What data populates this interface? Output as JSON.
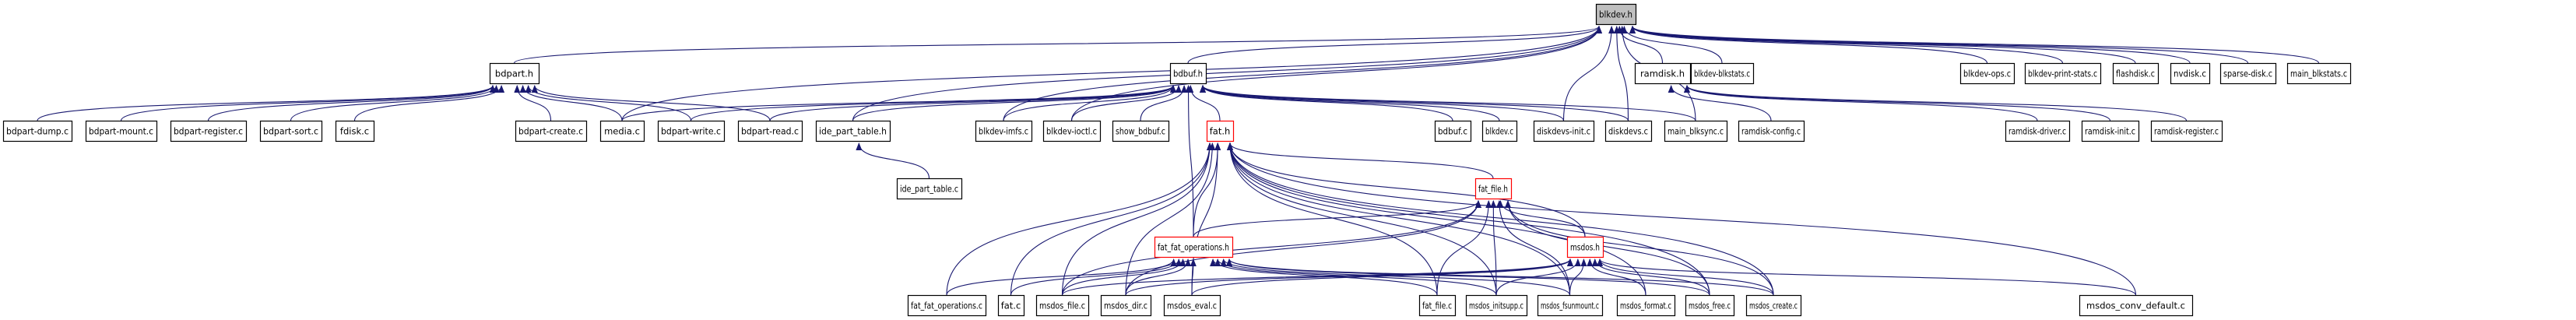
{
  "title": "blkdev.h include dependency graph",
  "colors": {
    "edge": "#191970",
    "node_border": "#000000",
    "node_fill": "#ffffff",
    "focus_fill": "#bfbfbf",
    "truncated_border": "#ff0000",
    "background": "#ffffff"
  },
  "nodes": [
    {
      "id": "blkdev_h",
      "label": "blkdev.h",
      "kind": "focus"
    },
    {
      "id": "bdpart_h",
      "label": "bdpart.h",
      "kind": "normal"
    },
    {
      "id": "bdbuf_h",
      "label": "bdbuf.h",
      "kind": "normal"
    },
    {
      "id": "ramdisk_h",
      "label": "ramdisk.h",
      "kind": "normal"
    },
    {
      "id": "blkdev_blkstats_c",
      "label": "blkdev-blkstats.c",
      "kind": "normal"
    },
    {
      "id": "blkdev_ops_c",
      "label": "blkdev-ops.c",
      "kind": "normal"
    },
    {
      "id": "blkdev_print_stats_c",
      "label": "blkdev-print-stats.c",
      "kind": "normal"
    },
    {
      "id": "flashdisk_c",
      "label": "flashdisk.c",
      "kind": "normal"
    },
    {
      "id": "nvdisk_c",
      "label": "nvdisk.c",
      "kind": "normal"
    },
    {
      "id": "sparse_disk_c",
      "label": "sparse-disk.c",
      "kind": "normal"
    },
    {
      "id": "main_blkstats_c",
      "label": "main_blkstats.c",
      "kind": "normal"
    },
    {
      "id": "bdpart_dump_c",
      "label": "bdpart-dump.c",
      "kind": "normal"
    },
    {
      "id": "bdpart_mount_c",
      "label": "bdpart-mount.c",
      "kind": "normal"
    },
    {
      "id": "bdpart_register_c",
      "label": "bdpart-register.c",
      "kind": "normal"
    },
    {
      "id": "bdpart_sort_c",
      "label": "bdpart-sort.c",
      "kind": "normal"
    },
    {
      "id": "fdisk_c",
      "label": "fdisk.c",
      "kind": "normal"
    },
    {
      "id": "bdpart_create_c",
      "label": "bdpart-create.c",
      "kind": "normal"
    },
    {
      "id": "media_c",
      "label": "media.c",
      "kind": "normal"
    },
    {
      "id": "bdpart_write_c",
      "label": "bdpart-write.c",
      "kind": "normal"
    },
    {
      "id": "bdpart_read_c",
      "label": "bdpart-read.c",
      "kind": "normal"
    },
    {
      "id": "ide_part_table_h",
      "label": "ide_part_table.h",
      "kind": "normal"
    },
    {
      "id": "blkdev_imfs_c",
      "label": "blkdev-imfs.c",
      "kind": "normal"
    },
    {
      "id": "blkdev_ioctl_c",
      "label": "blkdev-ioctl.c",
      "kind": "normal"
    },
    {
      "id": "show_bdbuf_c",
      "label": "show_bdbuf.c",
      "kind": "normal"
    },
    {
      "id": "fat_h",
      "label": "fat.h",
      "kind": "truncated"
    },
    {
      "id": "bdbuf_c",
      "label": "bdbuf.c",
      "kind": "normal"
    },
    {
      "id": "blkdev_c",
      "label": "blkdev.c",
      "kind": "normal"
    },
    {
      "id": "diskdevs_init_c",
      "label": "diskdevs-init.c",
      "kind": "normal"
    },
    {
      "id": "diskdevs_c",
      "label": "diskdevs.c",
      "kind": "normal"
    },
    {
      "id": "main_blksync_c",
      "label": "main_blksync.c",
      "kind": "normal"
    },
    {
      "id": "ramdisk_config_c",
      "label": "ramdisk-config.c",
      "kind": "normal"
    },
    {
      "id": "ramdisk_driver_c",
      "label": "ramdisk-driver.c",
      "kind": "normal"
    },
    {
      "id": "ramdisk_init_c",
      "label": "ramdisk-init.c",
      "kind": "normal"
    },
    {
      "id": "ramdisk_register_c",
      "label": "ramdisk-register.c",
      "kind": "normal"
    },
    {
      "id": "ide_part_table_c",
      "label": "ide_part_table.c",
      "kind": "normal"
    },
    {
      "id": "fat_file_h",
      "label": "fat_file.h",
      "kind": "truncated"
    },
    {
      "id": "fat_fat_operations_h",
      "label": "fat_fat_operations.h",
      "kind": "truncated"
    },
    {
      "id": "msdos_h",
      "label": "msdos.h",
      "kind": "truncated"
    },
    {
      "id": "fat_fat_operations_c",
      "label": "fat_fat_operations.c",
      "kind": "normal"
    },
    {
      "id": "fat_c",
      "label": "fat.c",
      "kind": "normal"
    },
    {
      "id": "msdos_file_c",
      "label": "msdos_file.c",
      "kind": "normal"
    },
    {
      "id": "msdos_dir_c",
      "label": "msdos_dir.c",
      "kind": "normal"
    },
    {
      "id": "msdos_eval_c",
      "label": "msdos_eval.c",
      "kind": "normal"
    },
    {
      "id": "fat_file_c",
      "label": "fat_file.c",
      "kind": "normal"
    },
    {
      "id": "msdos_initsupp_c",
      "label": "msdos_initsupp.c",
      "kind": "normal"
    },
    {
      "id": "msdos_fsunmount_c",
      "label": "msdos_fsunmount.c",
      "kind": "normal"
    },
    {
      "id": "msdos_format_c",
      "label": "msdos_format.c",
      "kind": "normal"
    },
    {
      "id": "msdos_free_c",
      "label": "msdos_free.c",
      "kind": "normal"
    },
    {
      "id": "msdos_create_c",
      "label": "msdos_create.c",
      "kind": "normal"
    },
    {
      "id": "msdos_conv_default_c",
      "label": "msdos_conv_default.c",
      "kind": "normal"
    }
  ],
  "edges": [
    [
      "bdpart_h",
      "blkdev_h"
    ],
    [
      "bdbuf_h",
      "blkdev_h"
    ],
    [
      "ramdisk_h",
      "blkdev_h"
    ],
    [
      "blkdev_blkstats_c",
      "blkdev_h"
    ],
    [
      "blkdev_ops_c",
      "blkdev_h"
    ],
    [
      "blkdev_print_stats_c",
      "blkdev_h"
    ],
    [
      "flashdisk_c",
      "blkdev_h"
    ],
    [
      "nvdisk_c",
      "blkdev_h"
    ],
    [
      "sparse_disk_c",
      "blkdev_h"
    ],
    [
      "main_blkstats_c",
      "blkdev_h"
    ],
    [
      "media_c",
      "blkdev_h"
    ],
    [
      "ide_part_table_h",
      "blkdev_h"
    ],
    [
      "blkdev_imfs_c",
      "blkdev_h"
    ],
    [
      "blkdev_ioctl_c",
      "blkdev_h"
    ],
    [
      "diskdevs_init_c",
      "blkdev_h"
    ],
    [
      "diskdevs_c",
      "blkdev_h"
    ],
    [
      "main_blksync_c",
      "blkdev_h"
    ],
    [
      "bdpart_dump_c",
      "bdpart_h"
    ],
    [
      "bdpart_mount_c",
      "bdpart_h"
    ],
    [
      "bdpart_register_c",
      "bdpart_h"
    ],
    [
      "bdpart_sort_c",
      "bdpart_h"
    ],
    [
      "fdisk_c",
      "bdpart_h"
    ],
    [
      "bdpart_create_c",
      "bdpart_h"
    ],
    [
      "media_c",
      "bdpart_h"
    ],
    [
      "bdpart_write_c",
      "bdpart_h"
    ],
    [
      "bdpart_read_c",
      "bdpart_h"
    ],
    [
      "media_c",
      "bdbuf_h"
    ],
    [
      "bdpart_write_c",
      "bdbuf_h"
    ],
    [
      "bdpart_read_c",
      "bdbuf_h"
    ],
    [
      "ide_part_table_h",
      "bdbuf_h"
    ],
    [
      "blkdev_imfs_c",
      "bdbuf_h"
    ],
    [
      "blkdev_ioctl_c",
      "bdbuf_h"
    ],
    [
      "show_bdbuf_c",
      "bdbuf_h"
    ],
    [
      "fat_h",
      "bdbuf_h"
    ],
    [
      "bdbuf_c",
      "bdbuf_h"
    ],
    [
      "blkdev_c",
      "bdbuf_h"
    ],
    [
      "diskdevs_init_c",
      "bdbuf_h"
    ],
    [
      "diskdevs_c",
      "bdbuf_h"
    ],
    [
      "main_blksync_c",
      "bdbuf_h"
    ],
    [
      "fat_fat_operations_h",
      "bdbuf_h"
    ],
    [
      "ramdisk_config_c",
      "ramdisk_h"
    ],
    [
      "ramdisk_driver_c",
      "ramdisk_h"
    ],
    [
      "ramdisk_init_c",
      "ramdisk_h"
    ],
    [
      "ramdisk_register_c",
      "ramdisk_h"
    ],
    [
      "ide_part_table_c",
      "ide_part_table_h"
    ],
    [
      "fat_file_h",
      "fat_h"
    ],
    [
      "fat_fat_operations_h",
      "fat_h"
    ],
    [
      "msdos_h",
      "fat_h"
    ],
    [
      "fat_fat_operations_c",
      "fat_h"
    ],
    [
      "fat_c",
      "fat_h"
    ],
    [
      "msdos_file_c",
      "fat_h"
    ],
    [
      "msdos_dir_c",
      "fat_h"
    ],
    [
      "msdos_eval_c",
      "fat_h"
    ],
    [
      "fat_file_c",
      "fat_h"
    ],
    [
      "msdos_initsupp_c",
      "fat_h"
    ],
    [
      "msdos_fsunmount_c",
      "fat_h"
    ],
    [
      "msdos_format_c",
      "fat_h"
    ],
    [
      "msdos_free_c",
      "fat_h"
    ],
    [
      "msdos_create_c",
      "fat_h"
    ],
    [
      "msdos_conv_default_c",
      "fat_h"
    ],
    [
      "fat_fat_operations_h",
      "fat_file_h"
    ],
    [
      "msdos_h",
      "fat_file_h"
    ],
    [
      "msdos_file_c",
      "fat_file_h"
    ],
    [
      "msdos_dir_c",
      "fat_file_h"
    ],
    [
      "fat_file_c",
      "fat_file_h"
    ],
    [
      "msdos_initsupp_c",
      "fat_file_h"
    ],
    [
      "msdos_fsunmount_c",
      "fat_file_h"
    ],
    [
      "msdos_free_c",
      "fat_file_h"
    ],
    [
      "msdos_create_c",
      "fat_file_h"
    ],
    [
      "fat_fat_operations_c",
      "fat_fat_operations_h"
    ],
    [
      "fat_c",
      "fat_fat_operations_h"
    ],
    [
      "msdos_file_c",
      "fat_fat_operations_h"
    ],
    [
      "msdos_dir_c",
      "fat_fat_operations_h"
    ],
    [
      "msdos_eval_c",
      "fat_fat_operations_h"
    ],
    [
      "fat_file_c",
      "fat_fat_operations_h"
    ],
    [
      "msdos_initsupp_c",
      "fat_fat_operations_h"
    ],
    [
      "msdos_fsunmount_c",
      "fat_fat_operations_h"
    ],
    [
      "msdos_free_c",
      "fat_fat_operations_h"
    ],
    [
      "msdos_create_c",
      "fat_fat_operations_h"
    ],
    [
      "msdos_file_c",
      "msdos_h"
    ],
    [
      "msdos_dir_c",
      "msdos_h"
    ],
    [
      "msdos_eval_c",
      "msdos_h"
    ],
    [
      "msdos_initsupp_c",
      "msdos_h"
    ],
    [
      "msdos_fsunmount_c",
      "msdos_h"
    ],
    [
      "msdos_format_c",
      "msdos_h"
    ],
    [
      "msdos_free_c",
      "msdos_h"
    ],
    [
      "msdos_create_c",
      "msdos_h"
    ],
    [
      "msdos_conv_default_c",
      "msdos_h"
    ]
  ]
}
